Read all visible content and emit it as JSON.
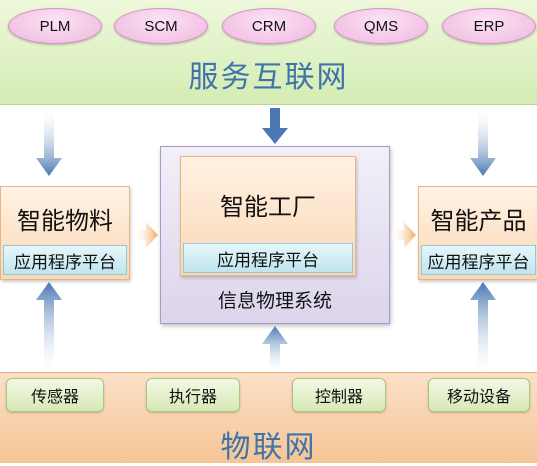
{
  "top_band": {
    "title": "服务互联网",
    "systems": [
      "PLM",
      "SCM",
      "CRM",
      "QMS",
      "ERP"
    ]
  },
  "left_card": {
    "title": "智能物料",
    "subtitle": "应用程序平台"
  },
  "center_card": {
    "title": "智能工厂",
    "subtitle": "应用程序平台"
  },
  "center_frame": {
    "title": "信息物理系统"
  },
  "right_card": {
    "title": "智能产品",
    "subtitle": "应用程序平台"
  },
  "bottom_band": {
    "title": "物联网",
    "devices": [
      "传感器",
      "执行器",
      "控制器",
      "移动设备"
    ]
  },
  "colors": {
    "band_top": "#d4ecb4",
    "band_bottom": "#f6c596",
    "pill": "#efb6df",
    "card": "#fbd7b4",
    "subbar": "#bfe5ee",
    "frame": "#dcd5eb",
    "arrow_blue": "#4a78b4",
    "arrow_orange": "#f5a85a",
    "title_blue": "#3f74a8"
  }
}
